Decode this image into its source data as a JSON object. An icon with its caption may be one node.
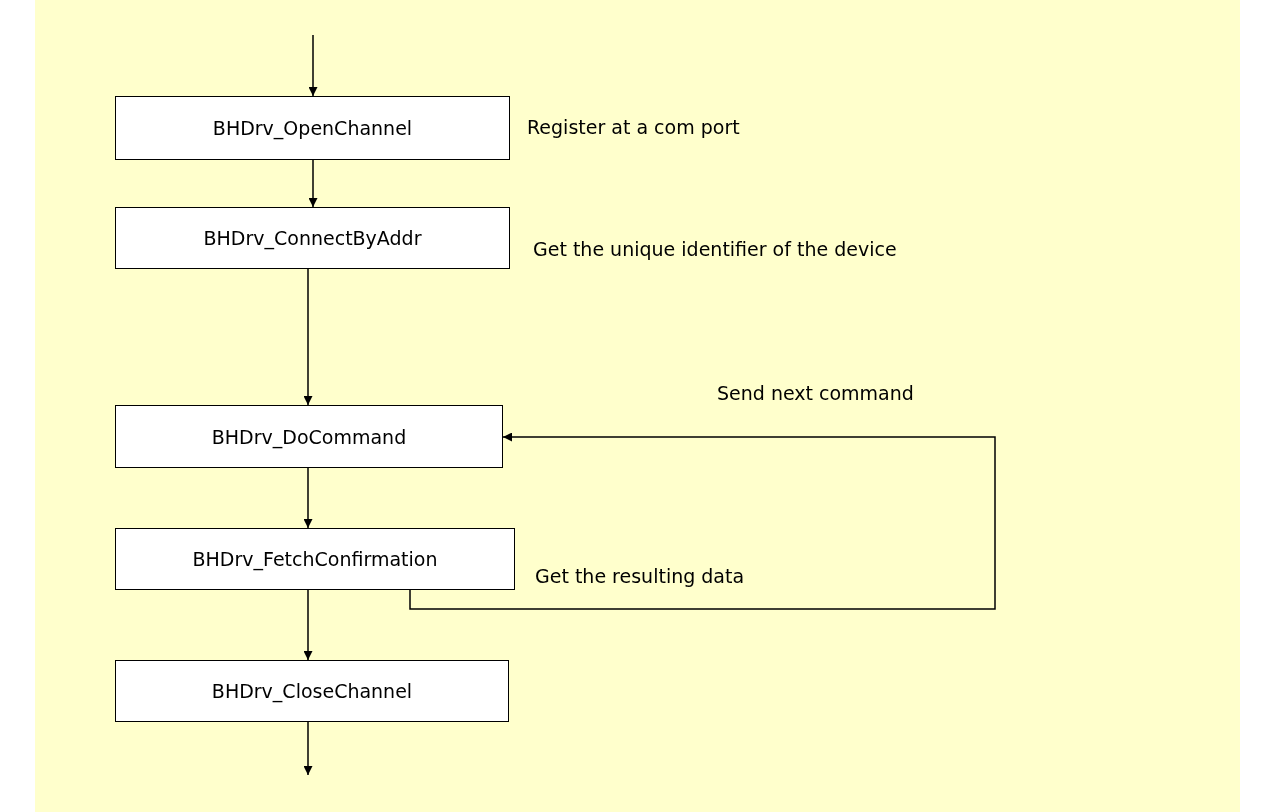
{
  "diagram": {
    "nodes": [
      {
        "text": [
          "BHDrv_OpenChannel"
        ],
        "beside": [
          "Register at a com port"
        ]
      },
      {
        "text": [
          "BHDrv_ConnectByAddr"
        ],
        "beside": [
          "Get the unique identifier of the device"
        ]
      },
      {
        "text": [
          "BHDrv_DoCommand"
        ]
      },
      {
        "text": [
          "BHDrv_FetchConfirmation"
        ],
        "beside": [
          "Get the resulting data"
        ]
      },
      {
        "text": [
          "BHDrv_CloseChannel"
        ]
      }
    ],
    "edges": [
      {
        "from": null,
        "to": 0,
        "arrow": "to"
      },
      {
        "from": 0,
        "to": 1,
        "arrow": "to"
      },
      {
        "from": 1,
        "to": 2,
        "arrow": "to"
      },
      {
        "from": 2,
        "to": 3,
        "arrow": "to"
      },
      {
        "from": 3,
        "to": 2,
        "arrow": "to",
        "label": "Send next command"
      },
      {
        "from": 3,
        "to": 4,
        "arrow": "to"
      },
      {
        "from": 4,
        "to": null,
        "arrow": "to"
      }
    ]
  }
}
